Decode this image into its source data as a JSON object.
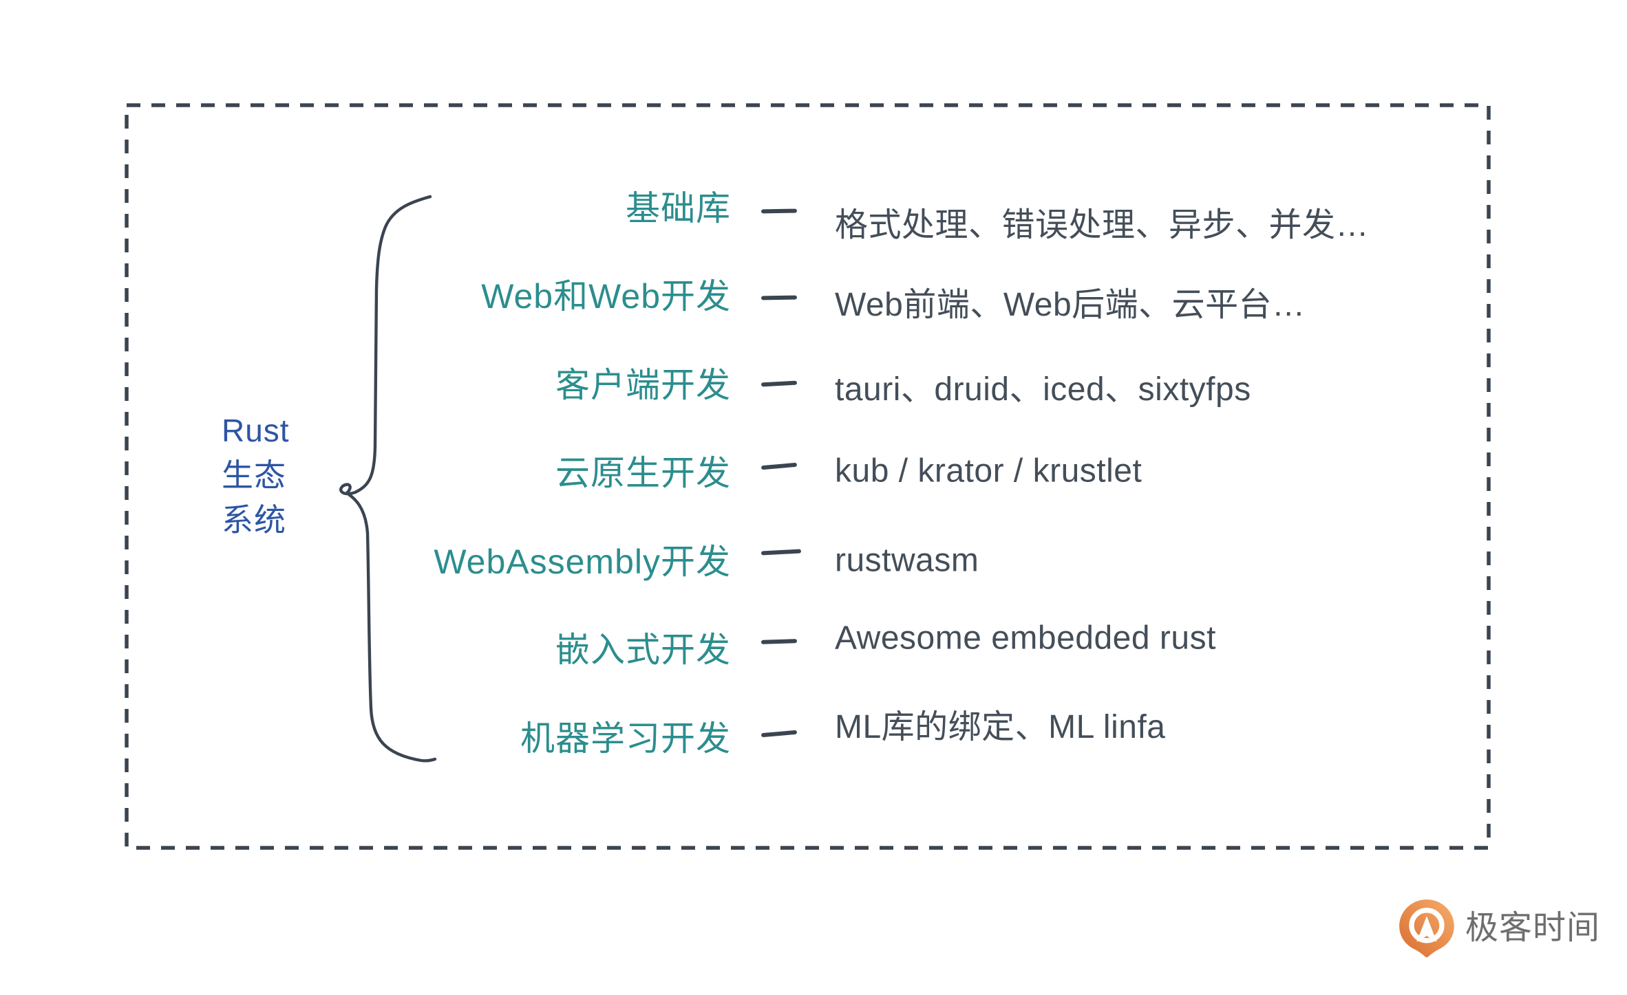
{
  "diagram": {
    "root": {
      "line1": "Rust",
      "line2": "生态",
      "line3": "系统"
    },
    "rows": [
      {
        "label": "基础库",
        "value": "格式处理、错误处理、异步、并发…"
      },
      {
        "label": "Web和Web开发",
        "value": "Web前端、Web后端、云平台…"
      },
      {
        "label": "客户端开发",
        "value": "tauri、druid、iced、sixtyfps"
      },
      {
        "label": "云原生开发",
        "value": "kub / krator / krustlet"
      },
      {
        "label": "WebAssembly开发",
        "value": "rustwasm"
      },
      {
        "label": "嵌入式开发",
        "value": "Awesome embedded rust"
      },
      {
        "label": "机器学习开发",
        "value": "ML库的绑定、ML linfa"
      }
    ],
    "colors": {
      "category_teal": "#2c8d8e",
      "root_blue": "#2d55a5",
      "line_slate": "#3b4551",
      "value_text": "#444e59"
    }
  },
  "branding": {
    "logo_text": "极客时间",
    "logo_orange": "#e98a3e",
    "logo_text_color": "#6e6e6e"
  }
}
